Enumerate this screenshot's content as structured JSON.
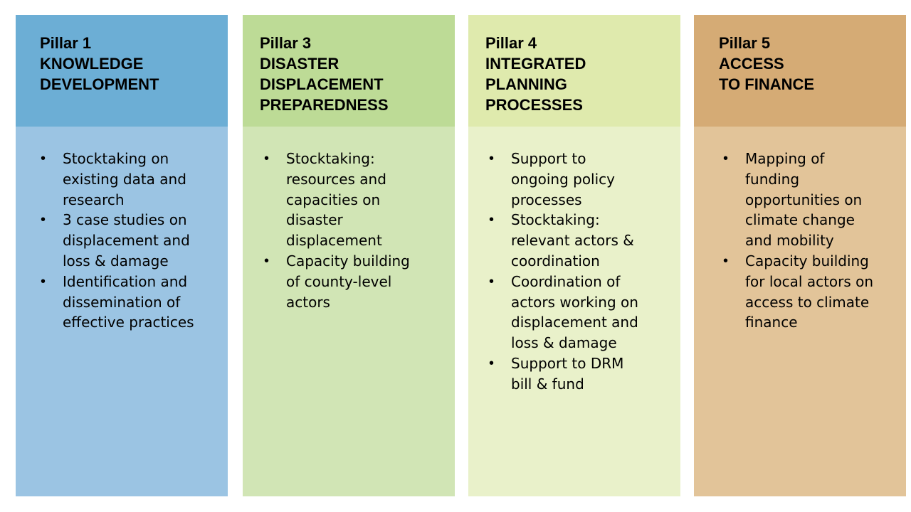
{
  "colors": {
    "pillar1_header": "#6CAED5",
    "pillar1_body": "#9BC4E3",
    "pillar3_header": "#BDDB96",
    "pillar3_body": "#D1E5B5",
    "pillar4_header": "#DFEAAD",
    "pillar4_body": "#E9F1CA",
    "pillar5_header": "#D5AB75",
    "pillar5_body": "#E2C499"
  },
  "pillars": [
    {
      "label": "Pillar 1",
      "title_lines": [
        "KNOWLEDGE",
        "DEVELOPMENT"
      ],
      "bullets": [
        "Stocktaking on\nexisting data and\nresearch",
        "3 case studies on\ndisplacement and\nloss & damage",
        "Identification and\ndissemination of\neffective practices"
      ]
    },
    {
      "label": "Pillar 3",
      "title_lines": [
        "DISASTER",
        "DISPLACEMENT",
        "PREPAREDNESS"
      ],
      "bullets": [
        "Stocktaking:\nresources and\ncapacities on\ndisaster\ndisplacement",
        "Capacity building\nof county-level\nactors"
      ]
    },
    {
      "label": "Pillar 4",
      "title_lines": [
        "INTEGRATED",
        "PLANNING",
        "PROCESSES"
      ],
      "bullets": [
        "Support to\nongoing policy\nprocesses",
        "Stocktaking:\nrelevant actors &\ncoordination",
        "Coordination of\nactors working on\ndisplacement and\nloss & damage",
        "Support to DRM\nbill & fund"
      ]
    },
    {
      "label": "Pillar 5",
      "title_lines": [
        "ACCESS",
        "TO FINANCE"
      ],
      "bullets": [
        "Mapping of\nfunding\nopportunities on\nclimate change\nand mobility",
        "Capacity building\nfor local actors on\naccess to climate\nfinance"
      ]
    }
  ]
}
